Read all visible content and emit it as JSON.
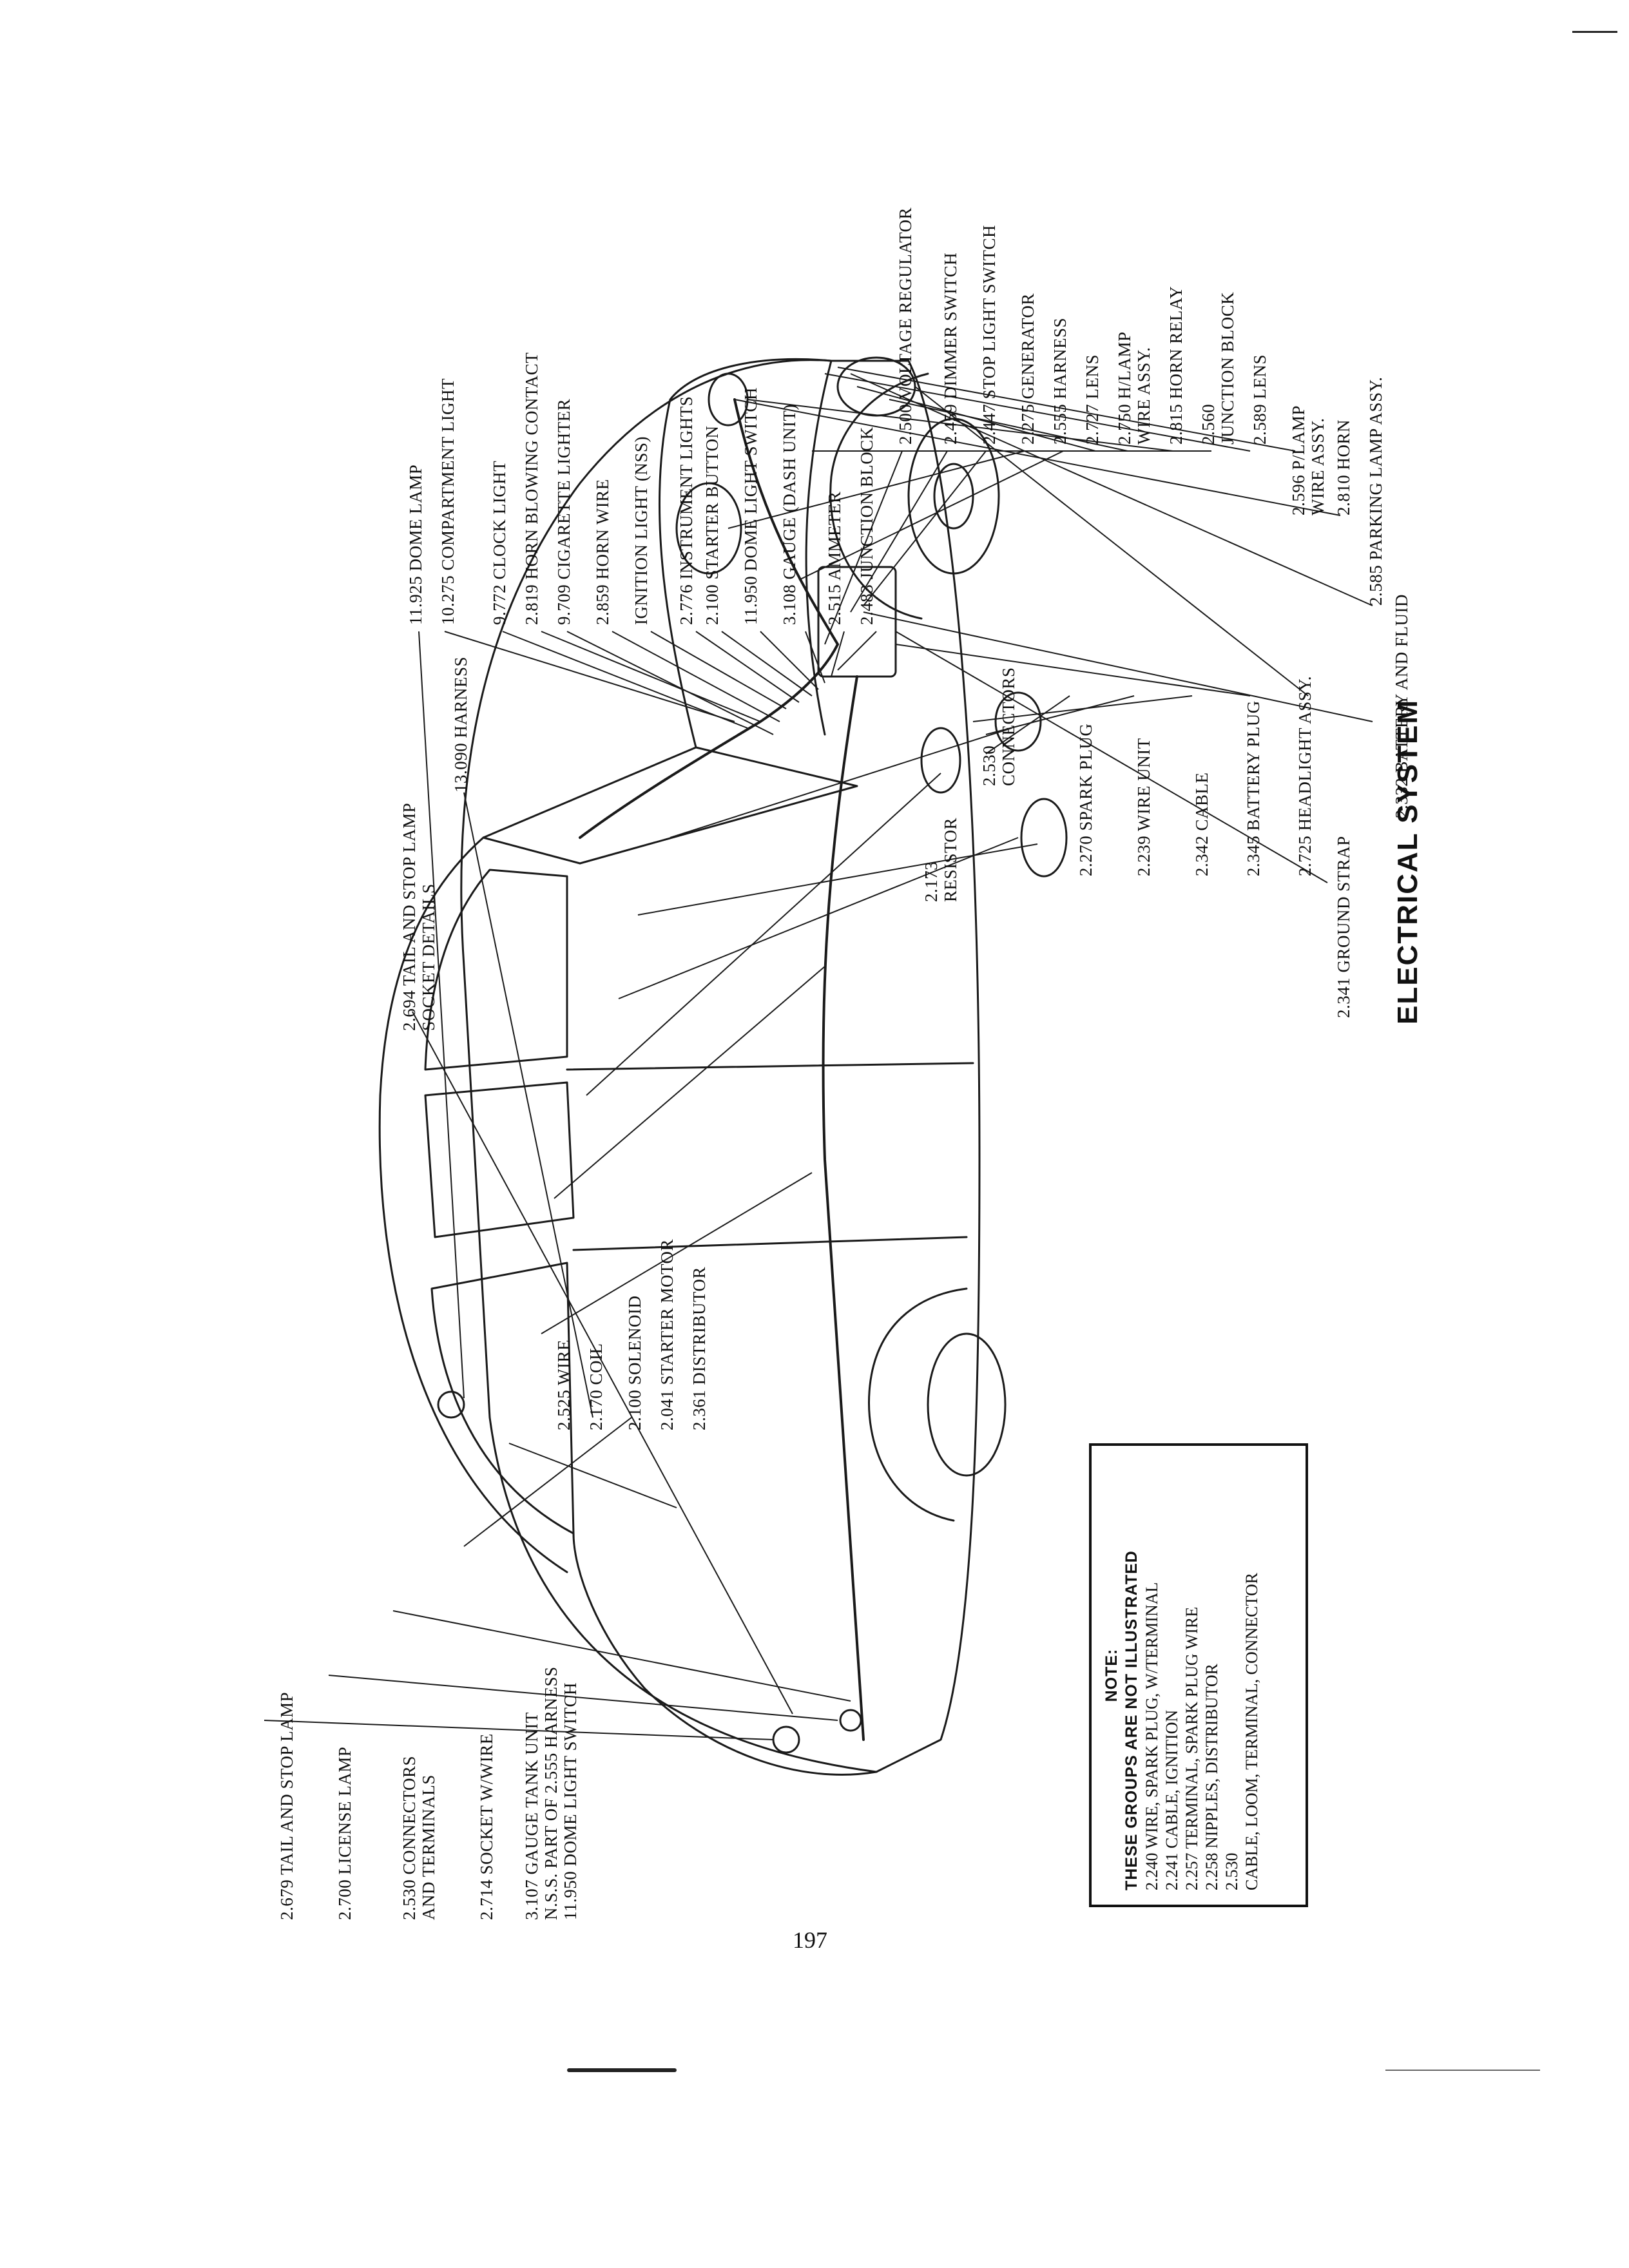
{
  "title": "ELECTRICAL SYSTEM",
  "page_number": "197",
  "labels": {
    "tail_stop_lamp": "2.679 TAIL AND STOP LAMP",
    "license_lamp": "2.700 LICENSE LAMP",
    "connectors_terminals_1": "2.530 CONNECTORS",
    "connectors_terminals_2": "AND TERMINALS",
    "socket_wire": "2.714 SOCKET W/WIRE",
    "gauge_tank_unit": "3.107 GAUGE TANK UNIT",
    "nss_part": "N.S.S. PART OF 2.555 HARNESS",
    "dome_light_switch_lower": "11.950 DOME LIGHT SWITCH",
    "wire": "2.525 WIRE",
    "coil": "2.170 COIL",
    "solenoid": "2.100 SOLENOID",
    "starter_motor": "2.041 STARTER MOTOR",
    "distributor": "2.361 DISTRIBUTOR",
    "tail_stop_socket_1": "2.694 TAIL AND STOP LAMP",
    "tail_stop_socket_2": "SOCKET DETAILS",
    "harness_13090": "13.090 HARNESS",
    "spark_plug": "2.270 SPARK PLUG",
    "wire_unit": "2.239 WIRE UNIT",
    "cable": "2.342 CABLE",
    "battery_plug": "2.345 BATTERY PLUG",
    "headlight_assy": "2.725 HEADLIGHT ASSY.",
    "dome_lamp": "11.925 DOME LAMP",
    "compartment_light": "10.275 COMPARTMENT LIGHT",
    "clock_light": "9.772 CLOCK LIGHT",
    "horn_blowing_contact": "2.819 HORN BLOWING CONTACT",
    "cigarette_lighter": "9.709 CIGARETTE LIGHTER",
    "horn_wire": "2.859 HORN WIRE",
    "ignition_light": "IGNITION LIGHT (NSS)",
    "instrument_lights": "2.776 INSTRUMENT LIGHTS",
    "starter_button": "2.100 STARTER BUTTON",
    "dome_light_switch_upper": "11.950 DOME LIGHT SWITCH",
    "gauge_dash_unit": "3.108 GAUGE (DASH UNIT)",
    "ammeter": "2.515 AMMETER",
    "junction_block_2483": "2.483 JUNCTION BLOCK",
    "resistor_1": "2.173",
    "resistor_2": "RESISTOR",
    "connectors_1": "2.530",
    "connectors_2": "CONNECTORS",
    "voltage_regulator": "2.500 VOLTAGE REGULATOR",
    "dimmer_switch": "2.459 DIMMER SWITCH",
    "stop_light_switch": "2.447 STOP LIGHT SWITCH",
    "generator": "2.275 GENERATOR",
    "harness_2555": "2.555 HARNESS",
    "lens_2727": "2.727 LENS",
    "h_lamp_wire_1": "2.750 H/LAMP",
    "h_lamp_wire_2": "WIRE ASSY.",
    "horn_relay": "2.815 HORN RELAY",
    "junction_block_2560_1": "2.560",
    "junction_block_2560_2": "JUNCTION BLOCK",
    "lens_2589": "2.589 LENS",
    "p_lamp_wire_1": "2.596 P/LAMP",
    "p_lamp_wire_2": "WIRE ASSY.",
    "horn": "2.810 HORN",
    "parking_lamp": "2.585 PARKING LAMP ASSY.",
    "battery_fluid": "2.332 BATTERY AND FLUID",
    "ground_strap": "2.341 GROUND STRAP"
  },
  "note": {
    "title": "NOTE:",
    "subtitle": "THESE GROUPS ARE NOT ILLUSTRATED",
    "items": [
      "2.240 WIRE, SPARK PLUG, W/TERMINAL",
      "2.241 CABLE, IGNITION",
      "2.257 TERMINAL, SPARK PLUG WIRE",
      "2.258 NIPPLES, DISTRIBUTOR",
      "2.530",
      "CABLE, LOOM, TERMINAL, CONNECTOR"
    ]
  }
}
